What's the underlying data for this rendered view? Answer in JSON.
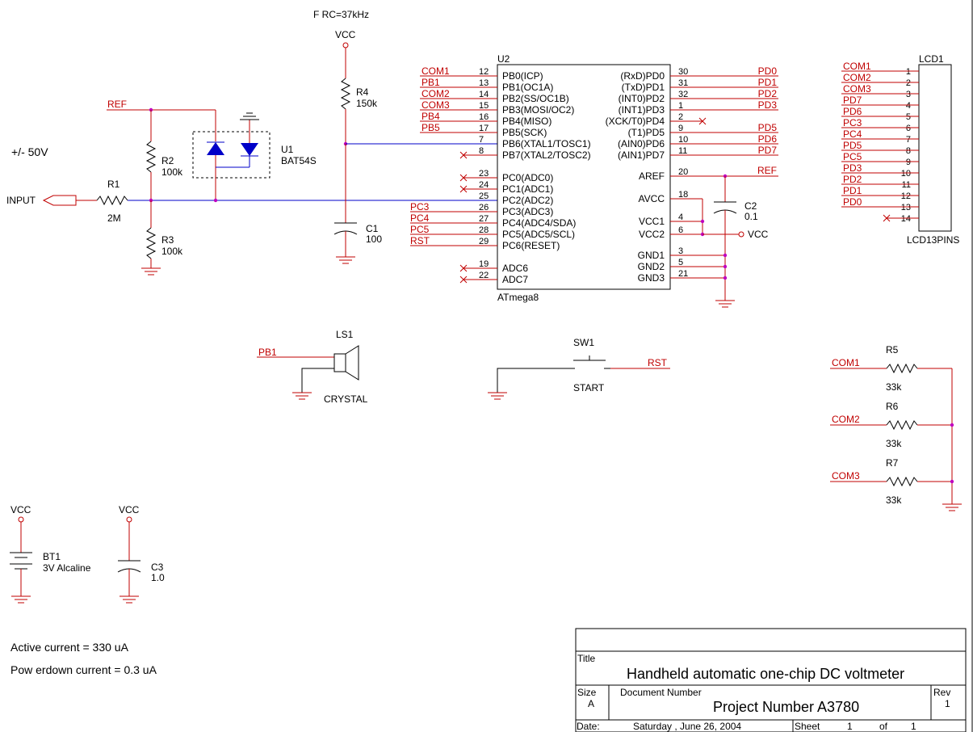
{
  "header": {
    "freq_label": "F RC=37kHz",
    "vcc_label": "VCC",
    "voltage_range": "+/- 50V",
    "input_port": "INPUT",
    "ref_net": "REF"
  },
  "parts": {
    "r1": {
      "ref": "R1",
      "value": "2M"
    },
    "r2": {
      "ref": "R2",
      "value": "100k"
    },
    "r3": {
      "ref": "R3",
      "value": "100k"
    },
    "r4": {
      "ref": "R4",
      "value": "150k"
    },
    "c1": {
      "ref": "C1",
      "value": "100"
    },
    "c2": {
      "ref": "C2",
      "value": "0.1"
    },
    "c3": {
      "ref": "C3",
      "value": "1.0"
    },
    "u1": {
      "ref": "U1",
      "value": "BAT54S"
    },
    "ls1": {
      "ref": "LS1",
      "value": "CRYSTAL"
    },
    "sw1": {
      "ref": "SW1",
      "value": "START"
    },
    "bt1": {
      "ref": "BT1",
      "value": "3V Alcaline"
    },
    "r5": {
      "ref": "R5",
      "value": "33k"
    },
    "r6": {
      "ref": "R6",
      "value": "33k"
    },
    "r7": {
      "ref": "R7",
      "value": "33k"
    },
    "lcd": {
      "ref": "LCD1",
      "value": "LCD13PINS"
    }
  },
  "mcu": {
    "ref": "U2",
    "value": "ATmega8",
    "left_pins": [
      {
        "net": "COM1",
        "num": "12",
        "name": "PB0(ICP)"
      },
      {
        "net": "PB1",
        "num": "13",
        "name": "PB1(OC1A)"
      },
      {
        "net": "COM2",
        "num": "14",
        "name": "PB2(SS/OC1B)"
      },
      {
        "net": "COM3",
        "num": "15",
        "name": "PB3(MOSI/OC2)"
      },
      {
        "net": "PB4",
        "num": "16",
        "name": "PB4(MISO)"
      },
      {
        "net": "PB5",
        "num": "17",
        "name": "PB5(SCK)"
      },
      {
        "net": "",
        "num": "7",
        "name": "PB6(XTAL1/TOSC1)"
      },
      {
        "net": "",
        "num": "8",
        "name": "PB7(XTAL2/TOSC2)"
      },
      {
        "net": "",
        "num": "23",
        "name": "PC0(ADC0)"
      },
      {
        "net": "",
        "num": "24",
        "name": "PC1(ADC1)"
      },
      {
        "net": "",
        "num": "25",
        "name": "PC2(ADC2)"
      },
      {
        "net": "PC3",
        "num": "26",
        "name": "PC3(ADC3)"
      },
      {
        "net": "PC4",
        "num": "27",
        "name": "PC4(ADC4/SDA)"
      },
      {
        "net": "PC5",
        "num": "28",
        "name": "PC5(ADC5/SCL)"
      },
      {
        "net": "RST",
        "num": "29",
        "name": "PC6(RESET)"
      },
      {
        "net": "",
        "num": "19",
        "name": "ADC6"
      },
      {
        "net": "",
        "num": "22",
        "name": "ADC7"
      }
    ],
    "right_pins": [
      {
        "name": "(RxD)PD0",
        "num": "30",
        "net": "PD0"
      },
      {
        "name": "(TxD)PD1",
        "num": "31",
        "net": "PD1"
      },
      {
        "name": "(INT0)PD2",
        "num": "32",
        "net": "PD2"
      },
      {
        "name": "(INT1)PD3",
        "num": "1",
        "net": "PD3"
      },
      {
        "name": "(XCK/T0)PD4",
        "num": "2",
        "net": ""
      },
      {
        "name": "(T1)PD5",
        "num": "9",
        "net": "PD5"
      },
      {
        "name": "(AIN0)PD6",
        "num": "10",
        "net": "PD6"
      },
      {
        "name": "(AIN1)PD7",
        "num": "11",
        "net": "PD7"
      },
      {
        "name": "AREF",
        "num": "20",
        "net": "REF"
      },
      {
        "name": "AVCC",
        "num": "18",
        "net": ""
      },
      {
        "name": "VCC1",
        "num": "4",
        "net": ""
      },
      {
        "name": "VCC2",
        "num": "6",
        "net": "VCC"
      },
      {
        "name": "GND1",
        "num": "3",
        "net": ""
      },
      {
        "name": "GND2",
        "num": "5",
        "net": ""
      },
      {
        "name": "GND3",
        "num": "21",
        "net": ""
      }
    ]
  },
  "lcd_pins": [
    {
      "net": "COM1",
      "num": "1"
    },
    {
      "net": "COM2",
      "num": "2"
    },
    {
      "net": "COM3",
      "num": "3"
    },
    {
      "net": "PD7",
      "num": "4"
    },
    {
      "net": "PD6",
      "num": "5"
    },
    {
      "net": "PC3",
      "num": "6"
    },
    {
      "net": "PC4",
      "num": "7"
    },
    {
      "net": "PD5",
      "num": "8"
    },
    {
      "net": "PC5",
      "num": "9"
    },
    {
      "net": "PD3",
      "num": "10"
    },
    {
      "net": "PD2",
      "num": "11"
    },
    {
      "net": "PD1",
      "num": "12"
    },
    {
      "net": "PD0",
      "num": "13"
    },
    {
      "net": "",
      "num": "14"
    }
  ],
  "nets": {
    "pb1": "PB1",
    "rst": "RST",
    "com1": "COM1",
    "com2": "COM2",
    "com3": "COM3",
    "vcc": "VCC"
  },
  "notes": {
    "active": "Active current = 330 uA",
    "powerdown": "Pow erdown current = 0.3 uA"
  },
  "title_block": {
    "title_label": "Title",
    "title": "Handheld automatic one-chip DC voltmeter",
    "size_label": "Size",
    "size": "A",
    "docnum_label": "Document Number",
    "docnum": "Project Number A3780",
    "rev_label": "Rev",
    "rev": "1",
    "date_label": "Date:",
    "date": "Saturday , June 26, 2004",
    "sheet_label": "Sheet",
    "sheet": "1",
    "of_label": "of",
    "of": "1"
  }
}
